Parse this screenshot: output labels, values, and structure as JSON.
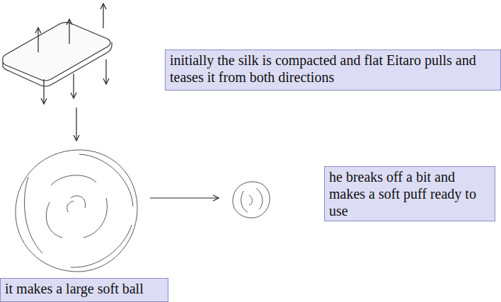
{
  "diagram": {
    "nodes": [
      {
        "text": [
          "initially the silk is compacted and flat Eitaro pulls and teases it from both directions"
        ]
      },
      {
        "text": [
          "he breaks off a bit and makes a soft puff ready to use"
        ]
      },
      {
        "text": [
          "it makes a large soft ball"
        ]
      }
    ]
  }
}
